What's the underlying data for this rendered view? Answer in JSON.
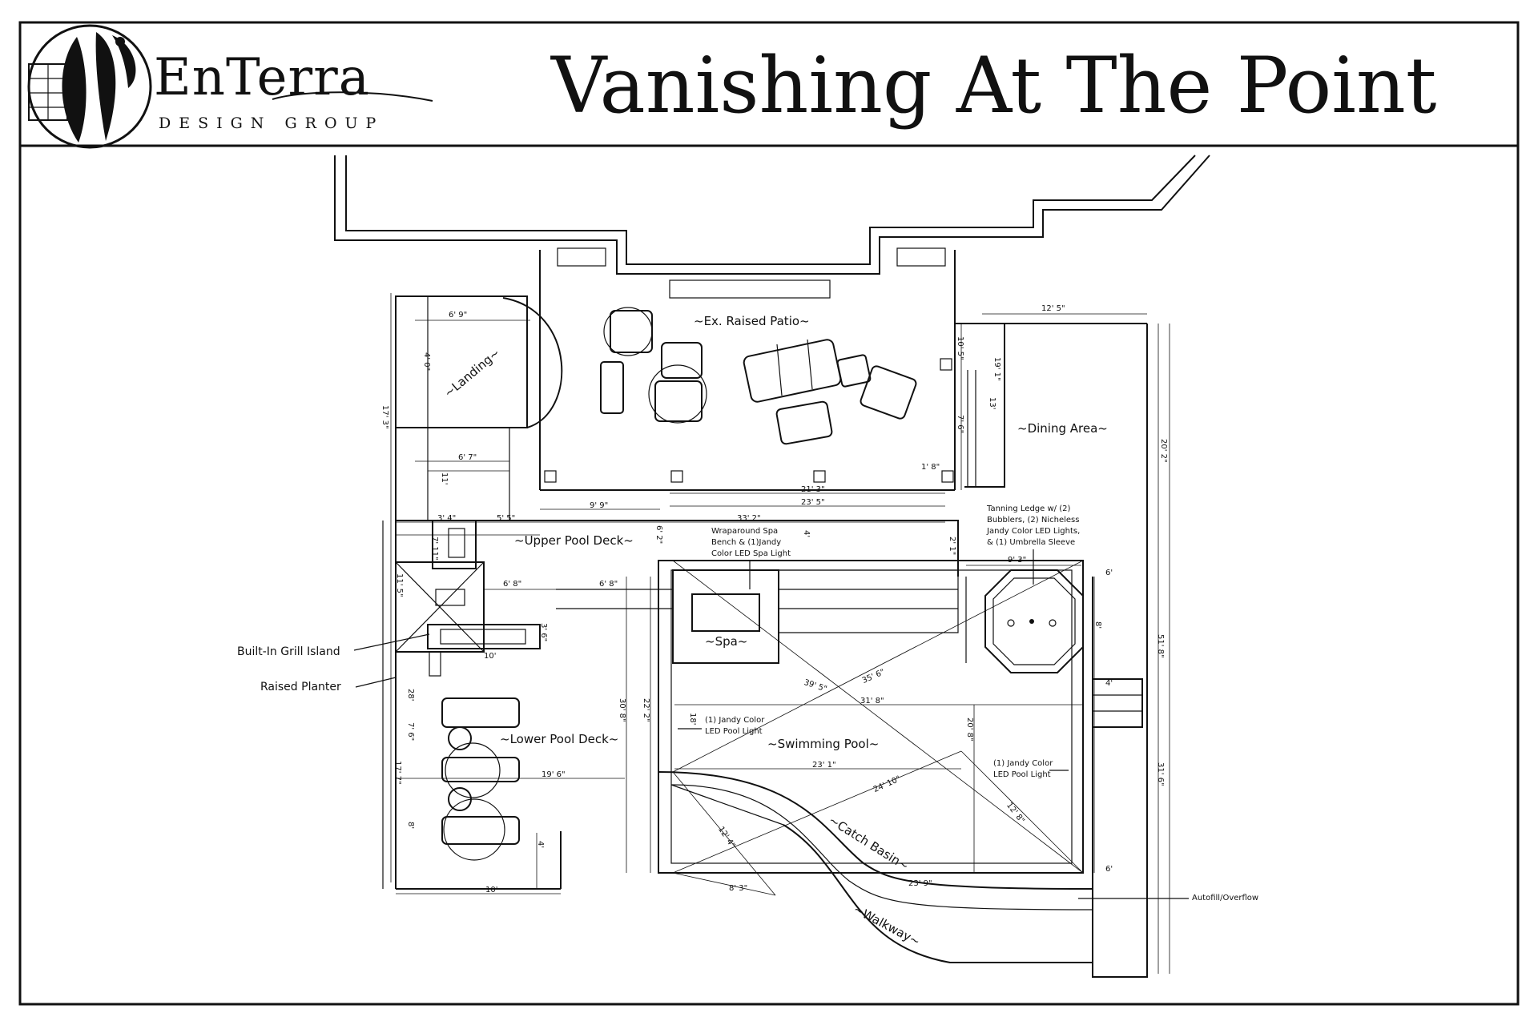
{
  "title_block": {
    "brand_name": "EnTerra",
    "brand_sub": "DESIGN GROUP",
    "project_title": "Vanishing At The Point"
  },
  "icons": {
    "logo": "enterra-logo-icon"
  },
  "labels": {
    "raised_patio": "~Ex. Raised Patio~",
    "landing": "~Landing~",
    "dining_area": "~Dining Area~",
    "upper_pool_deck": "~Upper Pool Deck~",
    "lower_pool_deck": "~Lower Pool Deck~",
    "spa": "~Spa~",
    "swimming_pool": "~Swimming Pool~",
    "catch_basin": "~Catch Basin~",
    "walkway": "~Walkway~"
  },
  "callouts": {
    "grill_island": "Built-In Grill Island",
    "raised_planter": "Raised Planter",
    "autofill": "Autofill/Overflow"
  },
  "notes": {
    "spa_bench_1": "Wraparound Spa",
    "spa_bench_2": "Bench & (1)Jandy",
    "spa_bench_3": "Color LED Spa Light",
    "tanning_1": "Tanning Ledge w/ (2)",
    "tanning_2": "Bubblers, (2) Nicheless",
    "tanning_3": "Jandy Color LED Lights,",
    "tanning_4": "& (1) Umbrella Sleeve",
    "pool_light_left_1": "(1) Jandy Color",
    "pool_light_left_2": "LED Pool Light",
    "pool_light_right_1": "(1) Jandy Color",
    "pool_light_right_2": "LED Pool Light"
  },
  "dimensions": {
    "d_6_9": "6' 9\"",
    "d_4_0": "4' 0\"",
    "d_17_3": "17' 3\"",
    "d_6_7": "6' 7\"",
    "d_11": "11'",
    "d_9_9": "9' 9\"",
    "d_21_3": "21' 3\"",
    "d_23_5a": "23' 5\"",
    "d_1_8": "1' 8\"",
    "d_12_5": "12' 5\"",
    "d_10_5": "10' 5\"",
    "d_19_1": "19' 1\"",
    "d_13": "13'",
    "d_7_6": "7' 6\"",
    "d_20_2": "20' 2\"",
    "d_3_4": "3' 4\"",
    "d_5_5": "5' 5\"",
    "d_33_2": "33' 2\"",
    "d_6_2": "6' 2\"",
    "d_4": "4'",
    "d_2_1": "2' 1\"",
    "d_9_3": "9' 3\"",
    "d_6a": "6'",
    "d_8": "8'",
    "d_51_8": "51' 8\"",
    "d_7_11": "7' 11\"",
    "d_11_5": "11' 5\"",
    "d_6_8a": "6' 8\"",
    "d_6_8b": "6' 8\"",
    "d_3_6": "3' 6\"",
    "d_10a": "10'",
    "d_39_5": "39' 5\"",
    "d_35_6": "35' 6\"",
    "d_31_8": "31' 8\"",
    "d_4b": "4'",
    "d_30_8": "30' 8\"",
    "d_22_2": "22' 2\"",
    "d_18": "18'",
    "d_28": "28'",
    "d_7_6b": "7' 6\"",
    "d_20_8": "20' 8\"",
    "d_31_6": "31' 6\"",
    "d_17_7": "17' 7\"",
    "d_19_6": "19' 6\"",
    "d_23_1": "23' 1\"",
    "d_24_10": "24' 10\"",
    "d_12_8": "12' 8\"",
    "d_12_4": "12' 4\"",
    "d_8b": "8'",
    "d_4c": "4'",
    "d_6b": "6'",
    "d_23_9": "23' 9\"",
    "d_8_3": "8' 3\"",
    "d_10b": "10'"
  },
  "colors": {
    "ink": "#111111",
    "paper": "#ffffff"
  }
}
